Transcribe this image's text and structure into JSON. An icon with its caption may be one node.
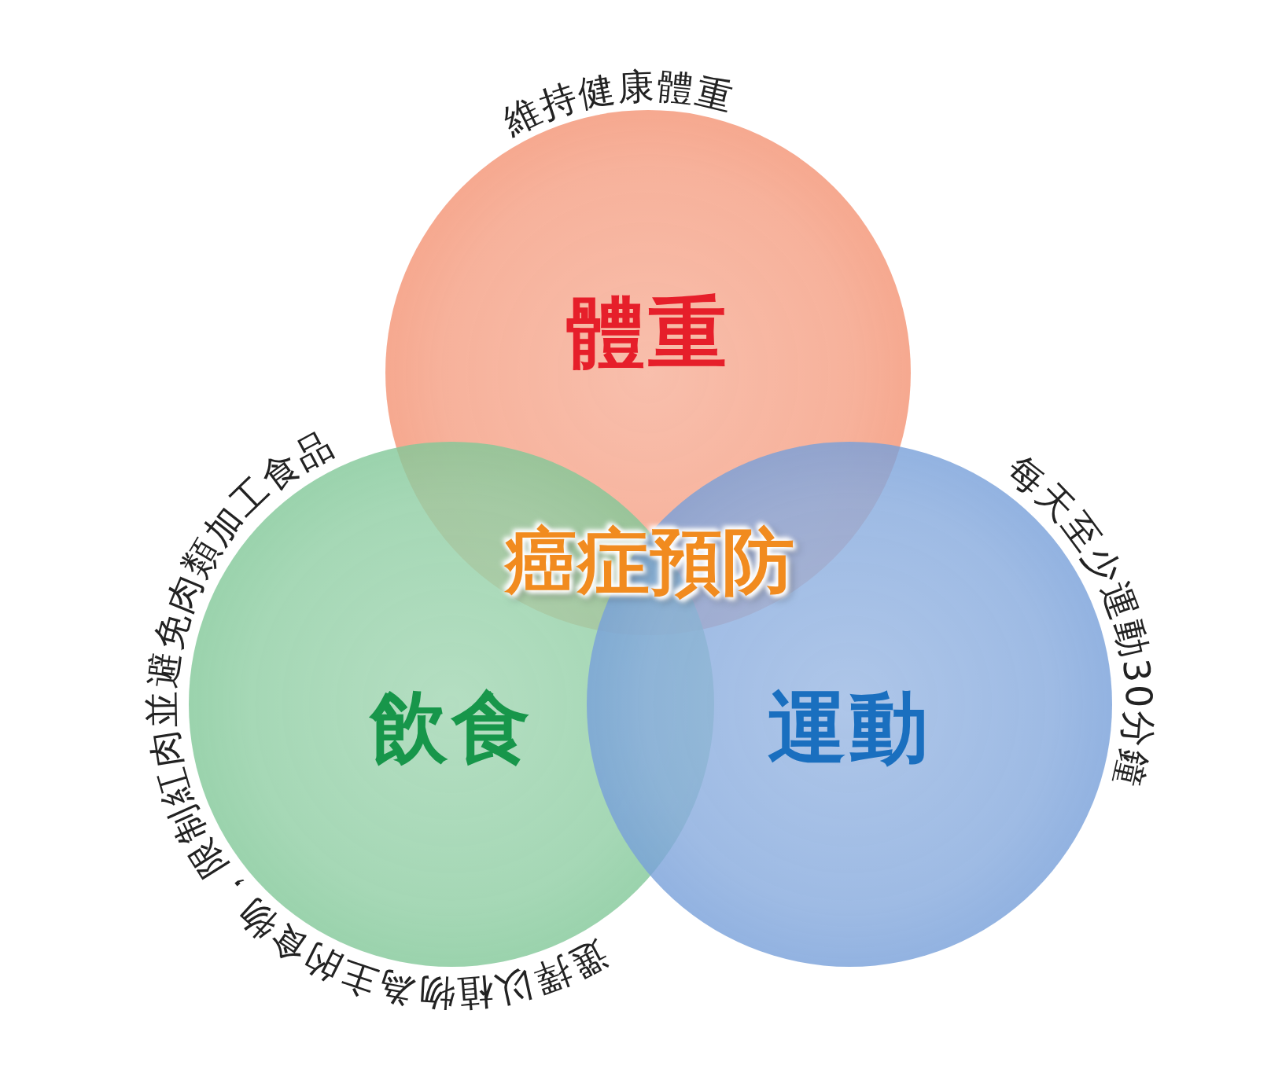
{
  "diagram": {
    "nodes": [
      {
        "text": [
          "維持健康體重",
          "體重"
        ]
      },
      {
        "text": [
          "飲食",
          "選擇以植物為主的食物，限制紅肉並避免肉類加工食品"
        ]
      },
      {
        "text": [
          "運動",
          "每天至少運動30分鐘"
        ]
      }
    ],
    "labels": [
      "癌症預防"
    ]
  }
}
